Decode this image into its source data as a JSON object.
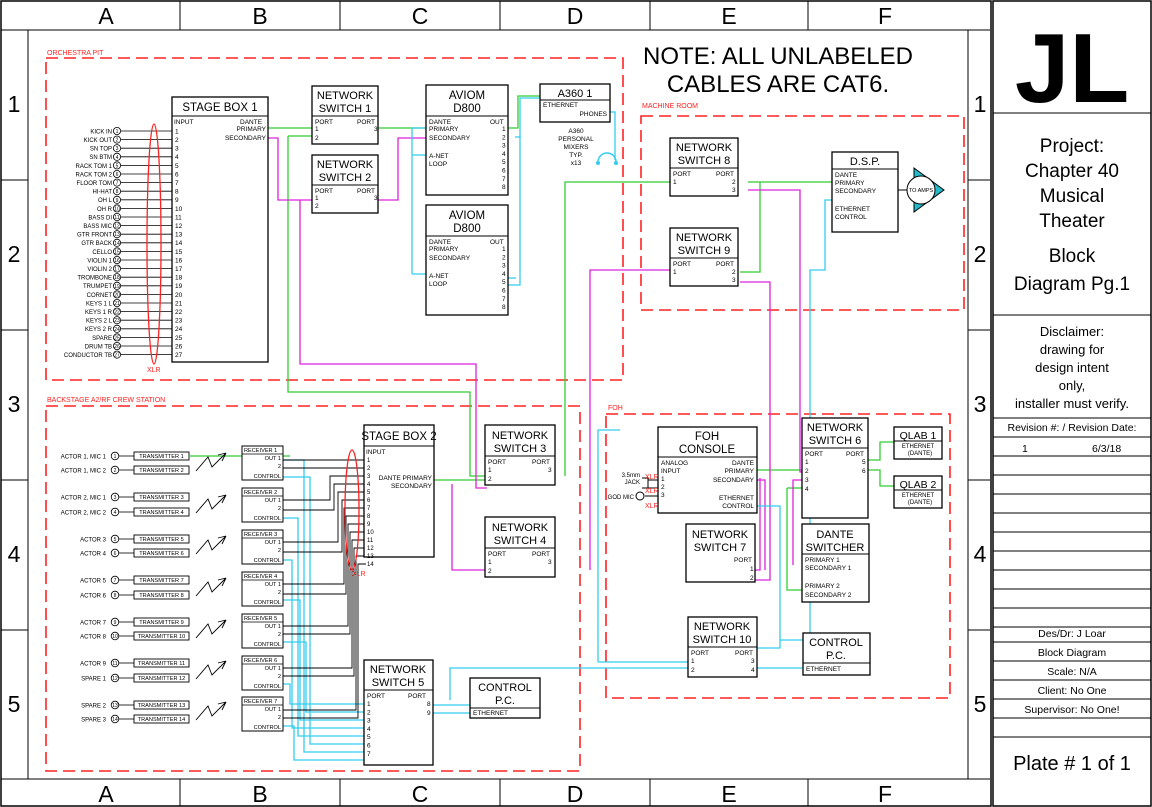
{
  "grid": {
    "cols": [
      "A",
      "B",
      "C",
      "D",
      "E",
      "F"
    ],
    "rows": [
      "1",
      "2",
      "3",
      "4",
      "5"
    ]
  },
  "note": [
    "NOTE: ALL UNLABELED",
    "CABLES ARE CAT6."
  ],
  "zones": {
    "orchestra_pit": "ORCHESTRA PIT",
    "machine_room": "MACHINE ROOM",
    "backstage": "BACKSTAGE A2/RF CREW STATION",
    "foh": "FOH"
  },
  "orchestra_inputs": [
    "KICK IN",
    "KICK OUT",
    "SN TOP",
    "SN BTM",
    "RACK TOM 1",
    "RACK TOM 2",
    "FLOOR TOM",
    "HI-HAT",
    "OH L",
    "OH R",
    "BASS DI",
    "BASS MIC",
    "GTR FRONT",
    "GTR BACK",
    "CELLO",
    "VIOLIN 1",
    "VIOLIN 2",
    "TROMBONE",
    "TRUMPET",
    "CORNET",
    "KEYS 1 L",
    "KEYS 1 R",
    "KEYS 2 L",
    "KEYS 2 R",
    "SPARE",
    "DRUM TB",
    "CONDUCTOR TB"
  ],
  "xlr_label": "XLR",
  "stagebox1": {
    "title": "STAGE BOX 1",
    "input": "INPUT",
    "dante": "DANTE",
    "primary": "PRIMARY",
    "secondary": "SECONDARY",
    "numbers": [
      "1",
      "2",
      "3",
      "4",
      "5",
      "6",
      "7",
      "8",
      "9",
      "10",
      "11",
      "12",
      "13",
      "14",
      "15",
      "16",
      "17",
      "18",
      "19",
      "20",
      "21",
      "22",
      "23",
      "24",
      "25",
      "26",
      "27"
    ]
  },
  "ns1": {
    "title": [
      "NETWORK",
      "SWITCH 1"
    ],
    "port": "PORT",
    "port2": "PORT",
    "p1": "1",
    "p2": "2",
    "p3": "3"
  },
  "ns2": {
    "title": [
      "NETWORK",
      "SWITCH 2"
    ],
    "port": "PORT",
    "port2": "PORT",
    "p1": "1",
    "p2": "2",
    "p3": "3"
  },
  "aviom1": {
    "title": [
      "AVIOM",
      "D800"
    ],
    "dante": "DANTE",
    "out": "OUT",
    "primary": "PRIMARY",
    "secondary": "SECONDARY",
    "anet": "A-NET",
    "loop": "LOOP",
    "outs": [
      "1",
      "2",
      "3",
      "4",
      "5",
      "6",
      "7",
      "8"
    ]
  },
  "aviom2": {
    "title": [
      "AVIOM",
      "D800"
    ],
    "dante": "DANTE",
    "out": "OUT",
    "primary": "PRIMARY",
    "secondary": "SECONDARY",
    "anet": "A-NET",
    "loop": "LOOP",
    "outs": [
      "1",
      "2",
      "3",
      "4",
      "5",
      "6",
      "7",
      "8"
    ]
  },
  "a360": {
    "title": "A360 1",
    "ethernet": "ETHERNET",
    "phones": "PHONES",
    "caption": [
      "A360",
      "PERSONAL",
      "MIXERS",
      "TYP.",
      "x13"
    ]
  },
  "ns8": {
    "title": [
      "NETWORK",
      "SWITCH 8"
    ],
    "port": "PORT",
    "port2": "PORT",
    "p1": "1",
    "p2": "2",
    "p3": "3"
  },
  "ns9": {
    "title": [
      "NETWORK",
      "SWITCH 9"
    ],
    "port": "PORT",
    "port2": "PORT",
    "p1": "1",
    "p2": "2",
    "p3": "3"
  },
  "dsp": {
    "title": "D.S.P.",
    "dante": "DANTE",
    "primary": "PRIMARY",
    "secondary": "SECONDARY",
    "ethernet": "ETHERNET",
    "control": "CONTROL",
    "amps": "TO AMPS"
  },
  "actors": [
    "ACTOR 1, MIC 1",
    "ACTOR 1, MIC 2",
    "ACTOR 2, MIC 1",
    "ACTOR 2, MIC 2",
    "ACTOR 3",
    "ACTOR 4",
    "ACTOR 5",
    "ACTOR 6",
    "ACTOR 7",
    "ACTOR 8",
    "ACTOR 9",
    "SPARE 1",
    "SPARE 2",
    "SPARE 3"
  ],
  "transmitters": [
    "TRANSMITTER 1",
    "TRANSMITTER 2",
    "TRANSMITTER 3",
    "TRANSMITTER 4",
    "TRANSMITTER 5",
    "TRANSMITTER 6",
    "TRANSMITTER 7",
    "TRANSMITTER 8",
    "TRANSMITTER 9",
    "TRANSMITTER 10",
    "TRANSMITTER 11",
    "TRANSMITTER 12",
    "TRANSMITTER 13",
    "TRANSMITTER 14"
  ],
  "actor_nums": [
    "1",
    "2",
    "3",
    "4",
    "5",
    "6",
    "7",
    "8",
    "9",
    "10",
    "11",
    "12",
    "13",
    "14"
  ],
  "receivers": [
    "RECEIVER 1",
    "RECEIVER 2",
    "RECEIVER 3",
    "RECEIVER 4",
    "RECEIVER 5",
    "RECEIVER 6",
    "RECEIVER 7"
  ],
  "receiver_ports": {
    "out1": "OUT 1",
    "two": "2",
    "control": "CONTROL"
  },
  "stagebox2": {
    "title": "STAGE BOX 2",
    "input": "INPUT",
    "dante_primary": "DANTE PRIMARY",
    "secondary": "SECONDARY",
    "numbers": [
      "1",
      "2",
      "3",
      "4",
      "5",
      "6",
      "7",
      "8",
      "9",
      "10",
      "11",
      "12",
      "13",
      "14"
    ]
  },
  "ns3": {
    "title": [
      "NETWORK",
      "SWITCH 3"
    ],
    "port": "PORT",
    "port2": "PORT",
    "p1": "1",
    "p2": "2",
    "p3": "3"
  },
  "ns4": {
    "title": [
      "NETWORK",
      "SWITCH 4"
    ],
    "port": "PORT",
    "port2": "PORT",
    "p1": "1",
    "p2": "2",
    "p3": "3"
  },
  "ns5": {
    "title": [
      "NETWORK",
      "SWITCH 5"
    ],
    "port": "PORT",
    "port2": "PORT",
    "ins": [
      "1",
      "2",
      "3",
      "4",
      "5",
      "6",
      "7"
    ],
    "p8": "8",
    "p9": "9"
  },
  "cpc1": {
    "title": [
      "CONTROL",
      "P.C."
    ],
    "ethernet": "ETHERNET"
  },
  "foh_console": {
    "title": [
      "FOH",
      "CONSOLE"
    ],
    "analog": "ANALOG",
    "input": "INPUT",
    "dante": "DANTE",
    "primary": "PRIMARY",
    "secondary": "SECONDARY",
    "ethernet": "ETHERNET",
    "control": "CONTROL",
    "n1": "1",
    "n2": "2",
    "n3": "3",
    "jack": [
      "3.5mm",
      "JACK"
    ],
    "godmic": "GOD MIC"
  },
  "ns6": {
    "title": [
      "NETWORK",
      "SWITCH 6"
    ],
    "port": "PORT",
    "port2": "PORT",
    "ins": [
      "1",
      "2",
      "3",
      "4"
    ],
    "p5": "5",
    "p6": "6"
  },
  "ns7": {
    "title": [
      "NETWORK",
      "SWITCH 7"
    ],
    "port": "PORT",
    "p1": "1",
    "p2": "2"
  },
  "qlab1": {
    "title": "QLAB 1",
    "eth": "ETHERNET",
    "dante": "(DANTE)"
  },
  "qlab2": {
    "title": "QLAB 2",
    "eth": "ETHERNET",
    "dante": "(DANTE)"
  },
  "dante_switcher": {
    "title": [
      "DANTE",
      "SWITCHER"
    ],
    "p1": "PRIMARY 1",
    "s1": "SECONDARY 1",
    "p2": "PRIMARY 2",
    "s2": "SECONDARY 2"
  },
  "ns10": {
    "title": [
      "NETWORK",
      "SWITCH 10"
    ],
    "port": "PORT",
    "port2": "PORT",
    "p1": "1",
    "p2": "2",
    "p3": "3",
    "p4": "4"
  },
  "cpc2": {
    "title": [
      "CONTROL",
      "P.C."
    ],
    "ethernet": "ETHERNET"
  },
  "title_block": {
    "logo": "JL",
    "project": [
      "Project:",
      "Chapter 40",
      "Musical",
      "Theater",
      "Block",
      "Diagram Pg.1"
    ],
    "disclaimer": [
      "Disclaimer:",
      "drawing for",
      "design intent",
      "only,",
      "installer must verify."
    ],
    "revision_header": "Revision #:  /  Revision Date:",
    "revision_num": "1",
    "revision_date": "6/3/18",
    "des_dr": "Des/Dr: J Loar",
    "block_diagram": "Block Diagram",
    "scale": "Scale: N/A",
    "client": "Client: No One",
    "supervisor": "Supervisor: No One!",
    "plate": "Plate # 1 of 1"
  },
  "colors": {
    "green": "#33cc33",
    "magenta": "#dd22dd",
    "cyan": "#33ccee",
    "red": "#ff2222",
    "dsp_fill": "#22bbcc"
  }
}
